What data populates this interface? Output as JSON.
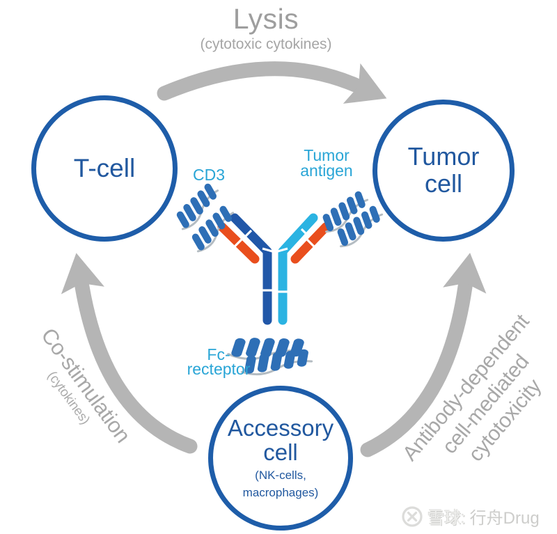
{
  "cells": {
    "t": {
      "label": "T-cell"
    },
    "tumor": {
      "lines": [
        "Tumor",
        "cell"
      ]
    },
    "accessory": {
      "lines": [
        "Accessory",
        "cell"
      ],
      "sub": [
        "(NK-cells,",
        "macrophages)"
      ]
    }
  },
  "molecule_labels": {
    "cd3": "CD3",
    "tumor_antigen": [
      "Tumor",
      "antigen"
    ],
    "fc_receptor": [
      "Fc-",
      "recteptor"
    ]
  },
  "edges": {
    "top": {
      "label": "Lysis",
      "sub": "(cytotoxic cytokines)"
    },
    "left": {
      "label": "Co-stimulation",
      "sub": "(cytokines)"
    },
    "right": {
      "lines": [
        "Antibody-dependent",
        "cell-mediated",
        "cytotoxicity"
      ]
    }
  },
  "watermark": {
    "brand": "雪球:",
    "author": "行舟Drug",
    "logo_icon": "xueqiu-snowball-logo"
  },
  "icons": {
    "proteins": [
      "cd3-protein-ribbon",
      "tumor-antigen-protein-ribbon",
      "fc-receptor-protein-ribbon"
    ],
    "antibody": "bispecific-antibody-shape"
  },
  "colors": {
    "cell_blue": "#1e5da9",
    "cyan_label": "#29a5d6",
    "antibody_dark_blue": "#2157a8",
    "antibody_cyan": "#2bb3e2",
    "antibody_orange": "#e94e1d",
    "ribbon_blue": "#2e6fb6",
    "arrow_gray": "#b5b5b5",
    "title_gray": "#9e9e9e",
    "rotated_text_gray": "#a8a8a8",
    "watermark_gray": "#cdcdcb"
  }
}
